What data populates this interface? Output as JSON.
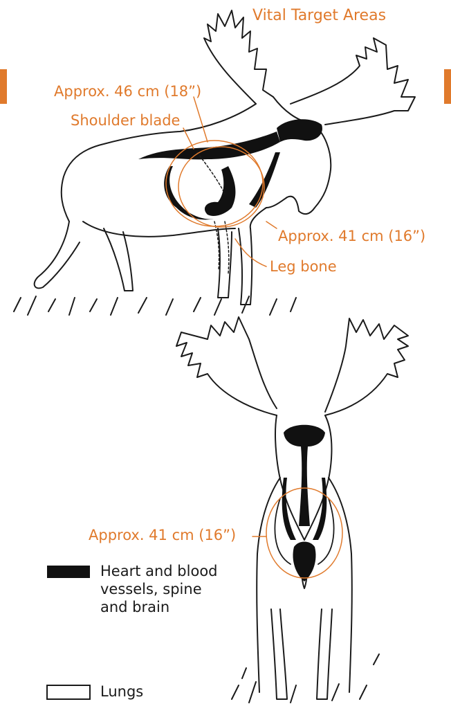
{
  "title": "Vital Target Areas",
  "side_view": {
    "label_width": "Approx. 46 cm (18”)",
    "label_shoulder": "Shoulder blade",
    "label_height": "Approx. 41 cm (16”)",
    "label_leg": "Leg bone"
  },
  "front_view": {
    "label_width": "Approx. 41 cm (16”)"
  },
  "legend": {
    "items": [
      {
        "swatch": "solid-black",
        "text_lines": [
          "Heart and blood",
          "vessels, spine",
          "and brain"
        ]
      },
      {
        "swatch": "outline",
        "text_lines": [
          "Lungs"
        ]
      }
    ]
  },
  "colors": {
    "accent": "#e07a2c",
    "ink": "#1a1a1a",
    "background": "#ffffff"
  }
}
